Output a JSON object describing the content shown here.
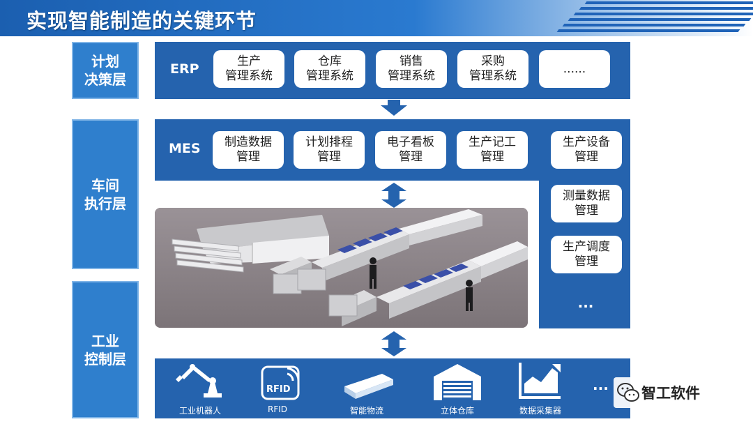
{
  "header": {
    "title": "实现智能制造的关键环节"
  },
  "layers": {
    "planning": [
      "计划",
      "决策层"
    ],
    "workshop": [
      "车间",
      "执行层"
    ],
    "control": [
      "工业",
      "控制层"
    ]
  },
  "erp": {
    "label": "ERP",
    "boxes": [
      [
        "生产",
        "管理系统"
      ],
      [
        "仓库",
        "管理系统"
      ],
      [
        "销售",
        "管理系统"
      ],
      [
        "采购",
        "管理系统"
      ],
      [
        "......",
        ""
      ]
    ]
  },
  "mes": {
    "label": "MES",
    "boxes": [
      [
        "制造数据",
        "管理"
      ],
      [
        "计划排程",
        "管理"
      ],
      [
        "电子看板",
        "管理"
      ],
      [
        "生产记工",
        "管理"
      ]
    ],
    "side_boxes": [
      [
        "生产设备",
        "管理"
      ],
      [
        "测量数据",
        "管理"
      ],
      [
        "生产调度",
        "管理"
      ]
    ],
    "side_more": "..."
  },
  "control": {
    "items": [
      {
        "icon": "robot-arm-icon",
        "label": "工业机器人"
      },
      {
        "icon": "rfid-icon",
        "label": "RFID"
      },
      {
        "icon": "logistics-icon",
        "label": "智能物流"
      },
      {
        "icon": "warehouse-icon",
        "label": "立体仓库"
      },
      {
        "icon": "data-chart-icon",
        "label": "数据采集器"
      }
    ],
    "more": "..."
  },
  "watermark": {
    "text": "智工软件",
    "icon": "wechat-icon"
  }
}
